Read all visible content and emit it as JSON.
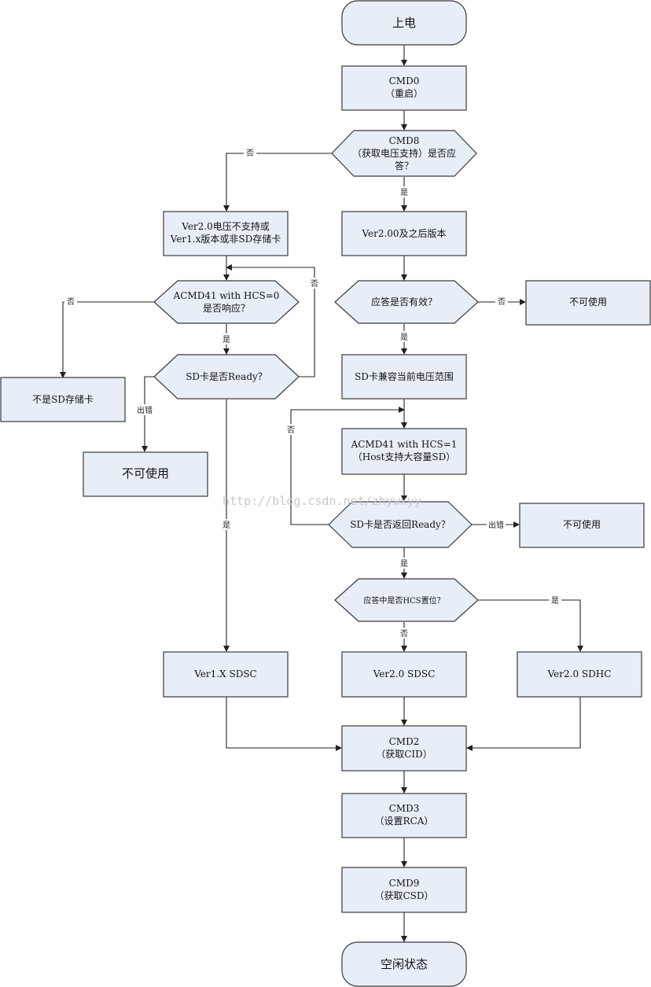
{
  "nodes": {
    "power_on": "上电",
    "cmd0": [
      "CMD0",
      "（重启）"
    ],
    "cmd8": [
      "CMD8",
      "（获取电压支持）是否应",
      "答？"
    ],
    "v1_or_nonsd": [
      "Ver2.0电压不支持或",
      "Ver1.x版本或非SD存储卡"
    ],
    "v2_later": "Ver2.00及之后版本",
    "acmd41_hcs0": [
      "ACMD41 with HCS=0",
      "是否响应？"
    ],
    "resp_valid": "应答是否有效？",
    "unusable_a": "不可使用",
    "not_sd": "不是SD存储卡",
    "sd_ready_a": "SD卡是否Ready？",
    "sd_compat": "SD卡兼容当前电压范围",
    "unusable_b": "不可使用",
    "acmd41_hcs1": [
      "ACMD41 with HCS=1",
      "（Host支持大容量SD）"
    ],
    "sd_ready_b": "SD卡是否返回Ready？",
    "unusable_c": "不可使用",
    "hcs_set": "应答中是否HCS置位？",
    "v1x_sdsc": "Ver1.X SDSC",
    "v20_sdsc": "Ver2.0 SDSC",
    "v20_sdhc": "Ver2.0 SDHC",
    "cmd2": [
      "CMD2",
      "（获取CID）"
    ],
    "cmd3": [
      "CMD3",
      "（设置RCA）"
    ],
    "cmd9": [
      "CMD9",
      "（获取CSD）"
    ],
    "idle": "空闲状态"
  },
  "edge_labels": {
    "cmd8_no": "否",
    "cmd8_yes": "是",
    "hcs0_no": "否",
    "hcs0_yes": "是",
    "ready_a_no": "否",
    "ready_a_err": "出错",
    "ready_a_yes": "是",
    "valid_no": "否",
    "valid_yes": "是",
    "ready_b_no": "否",
    "ready_b_err": "出错",
    "ready_b_yes": "是",
    "hcs_yes": "是",
    "hcs_no": "否"
  },
  "watermark": "http://blog.csdn.net/zhywxyy"
}
